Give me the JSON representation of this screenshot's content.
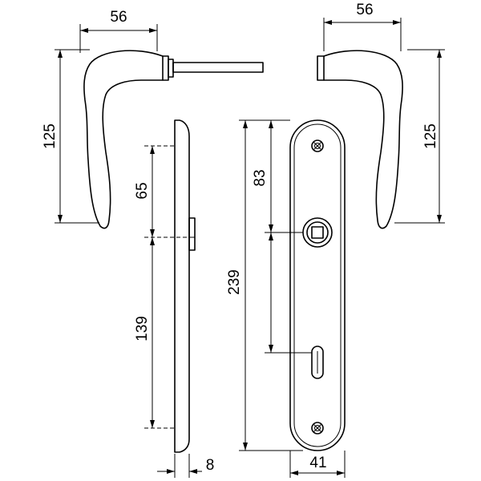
{
  "dimensions": {
    "left_handle_width": "56",
    "right_handle_width": "56",
    "left_handle_height": "125",
    "right_handle_height": "125",
    "upper_section": "65",
    "lower_section": "139",
    "spindle_offset": "83",
    "plate_length": "239",
    "plate_thickness": "8",
    "plate_width": "41"
  }
}
